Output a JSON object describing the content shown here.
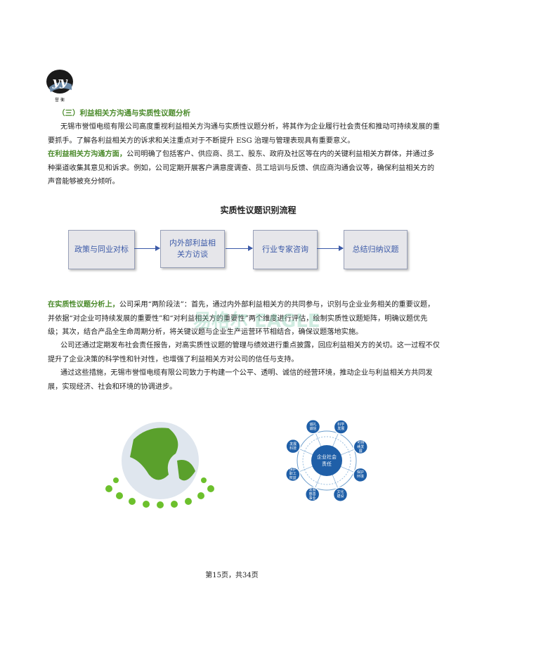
{
  "logo": {
    "text": "誉衡"
  },
  "section": {
    "heading": "（三）利益相关方沟通与实质性议题分析",
    "p1": "无锡市誉恒电缆有限公司高度重视利益相关方沟通与实质性议题分析，将其作为企业履行社会责任和推动可持续发展的重要抓手。了解各利益相关方的诉求和关注重点对于不断提升 ESG 治理与管理表现具有重要意义。",
    "p2_lead": "在利益相关方沟通方面，",
    "p2": "公司明确了包括客户、供应商、员工、股东、政府及社区等在内的关键利益相关方群体，并通过多种渠道收集其意见和诉求。例如，公司定期开展客户满意度调查、员工培训与反馈、供应商沟通会议等，确保利益相关方的声音能够被充分倾听。",
    "p3_lead": "在实质性议题分析上，",
    "p3": "公司采用“两阶段法”：首先，通过内外部利益相关方的共同参与，识别与企业业务相关的重要议题，并依据“对企业可持续发展的重要性”和“对利益相关方的重要性”两个维度进行评估，绘制实质性议题矩阵，明确议题优先级；其次，结合产品全生命周期分析，将关键议题与企业生产运营环节相结合，确保议题落地实施。",
    "p4": "公司还通过定期发布社会责任报告，对高实质性议题的管理与绩效进行重点披露，回应利益相关方的关切。这一过程不仅提升了企业决策的科学性和针对性，也增强了利益相关方对公司的信任与支持。",
    "p5": "通过这些措施，无锡市誉恒电缆有限公司致力于构建一个公平、透明、诚信的经营环境，推动企业与利益相关方共同发展，实现经济、社会和环境的协调进步。"
  },
  "flow": {
    "title": "实质性议题识别流程",
    "steps": [
      "政策与同业对标",
      "内外部利益相关方访谈",
      "行业专家咨询",
      "总结归纳议题"
    ]
  },
  "csr": {
    "center": "企业社会责任",
    "nodes": [
      "诚礼诚信",
      "科学发展",
      "可持续发展",
      "保护环境",
      "文化建设",
      "发展慈善事业",
      "保护职工权益",
      "发展科技"
    ]
  },
  "watermark": "易格尔 EAGLE",
  "footer": "第15页，共34页"
}
